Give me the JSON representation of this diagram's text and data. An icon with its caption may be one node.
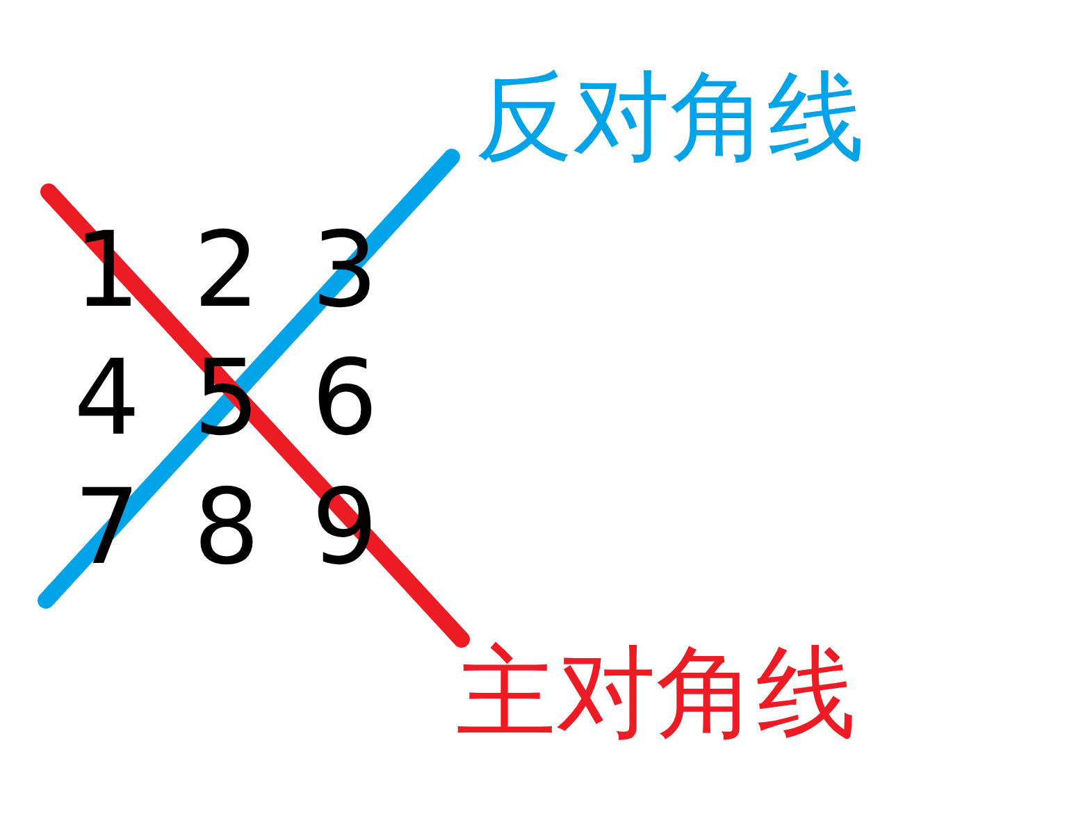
{
  "diagram": {
    "nodes": [
      {
        "text": [
          "反对角线"
        ]
      },
      {
        "text": [
          "主对角线"
        ]
      }
    ],
    "edges": [
      {
        "from": 0,
        "to": null,
        "arrow": "none",
        "color": "#00a2e8"
      },
      {
        "from": 1,
        "to": null,
        "arrow": "none",
        "color": "#ed1c24"
      }
    ],
    "labels": [
      "1",
      "2",
      "3",
      "4",
      "5",
      "6",
      "7",
      "8",
      "9"
    ]
  }
}
